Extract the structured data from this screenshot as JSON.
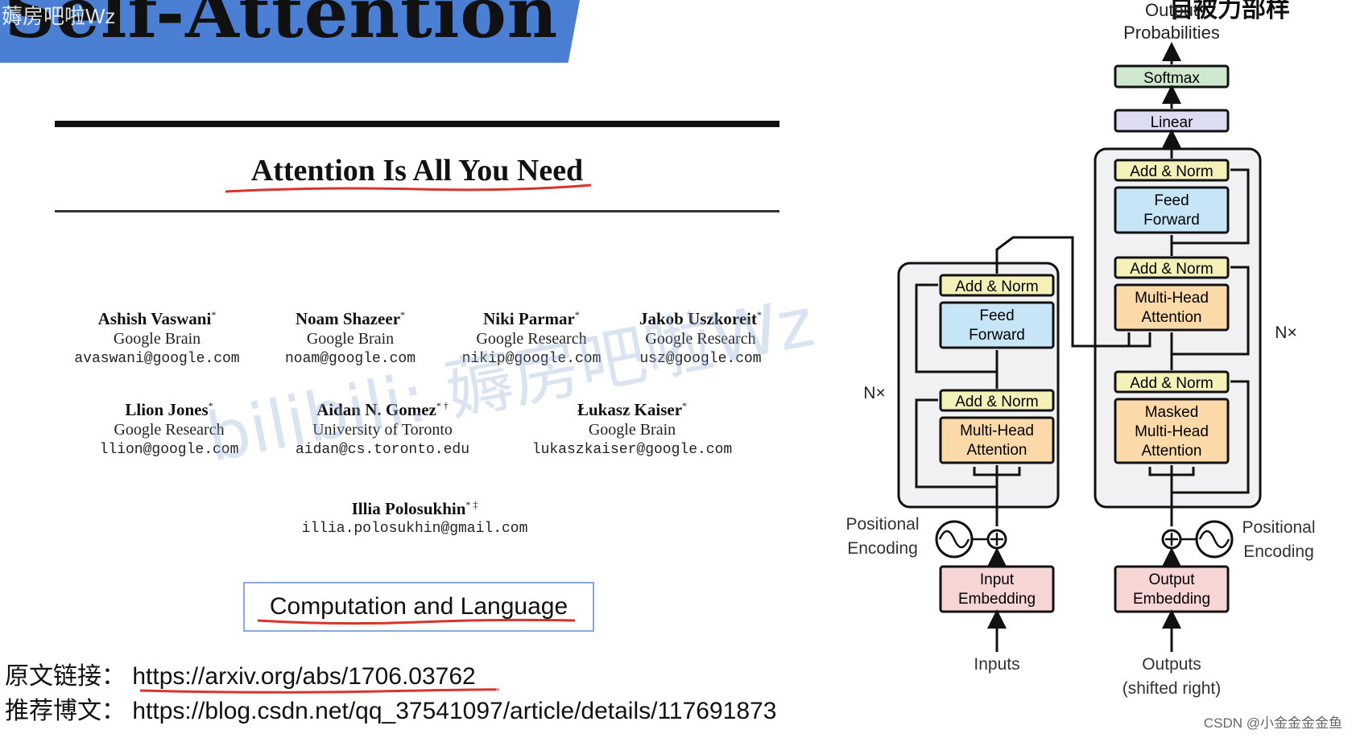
{
  "banner": {
    "title": "Self-Attention",
    "watermark": "薅房吧啦Wz"
  },
  "paper": {
    "title": "Attention Is All You Need",
    "authors": [
      {
        "name": "Ashish Vaswani",
        "mark": "*",
        "affiliation": "Google Brain",
        "email": "avaswani@google.com"
      },
      {
        "name": "Noam Shazeer",
        "mark": "*",
        "affiliation": "Google Brain",
        "email": "noam@google.com"
      },
      {
        "name": "Niki Parmar",
        "mark": "*",
        "affiliation": "Google Research",
        "email": "nikip@google.com"
      },
      {
        "name": "Jakob Uszkoreit",
        "mark": "*",
        "affiliation": "Google Research",
        "email": "usz@google.com"
      },
      {
        "name": "Llion Jones",
        "mark": "*",
        "affiliation": "Google Research",
        "email": "llion@google.com"
      },
      {
        "name": "Aidan N. Gomez",
        "mark": "* †",
        "affiliation": "University of Toronto",
        "email": "aidan@cs.toronto.edu"
      },
      {
        "name": "Łukasz Kaiser",
        "mark": "*",
        "affiliation": "Google Brain",
        "email": "lukaszkaiser@google.com"
      },
      {
        "name": "Illia Polosukhin",
        "mark": "* ‡",
        "affiliation": "",
        "email": "illia.polosukhin@gmail.com"
      }
    ],
    "category": "Computation and Language"
  },
  "links": {
    "original_label": "原文链接：",
    "original_url": "https://arxiv.org/abs/1706.03762",
    "blog_label": "推荐博文：",
    "blog_url": "https://blog.csdn.net/qq_37541097/article/details/117691873"
  },
  "watermark": "bilibili: 薅房吧啦Wz",
  "csdn_credit": "CSDN @小金金金金鱼",
  "top_right_fragment": "自被力部样",
  "diagram": {
    "output_probabilities": "Output Probabilities",
    "softmax": "Softmax",
    "linear": "Linear",
    "add_norm": "Add & Norm",
    "feed_forward": "Feed Forward",
    "multi_head_attention": "Multi-Head Attention",
    "masked_multi_head_attention": "Masked Multi-Head Attention",
    "nx": "N×",
    "positional_encoding": "Positional Encoding",
    "input_embedding": "Input Embedding",
    "output_embedding": "Output Embedding",
    "inputs": "Inputs",
    "outputs": "Outputs (shifted right)",
    "colors": {
      "add_norm": "#f4f1b8",
      "feed_forward": "#c6e6f7",
      "attention": "#fbd9a8",
      "embedding": "#f8d5d5",
      "softmax": "#cde8cd",
      "linear": "#dcdcf3",
      "stack_bg": "#f1f1f3"
    }
  }
}
